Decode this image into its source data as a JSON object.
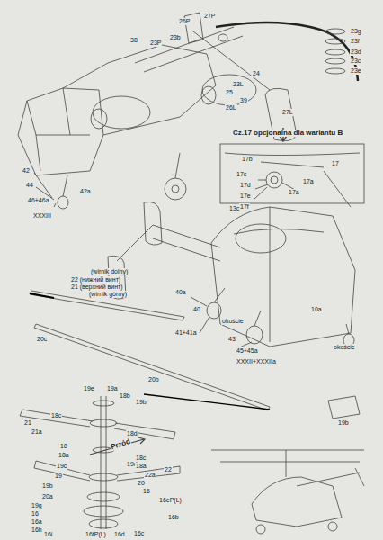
{
  "diagram": {
    "labels": [
      "38",
      "26P",
      "27P",
      "23P",
      "23b",
      "24",
      "23L",
      "25",
      "39",
      "26L",
      "27L",
      "23g",
      "23f",
      "23d",
      "23c",
      "23e",
      "42",
      "44",
      "46+46a",
      "42a",
      "XXXIII",
      "Cz.17 opcjonalna dla wariantu B",
      "17b",
      "17",
      "17c",
      "17d",
      "17a",
      "17e",
      "17f",
      "17a",
      "13c",
      "40a",
      "10a",
      "40",
      "43",
      "41+41a",
      "45+45a",
      "XXXII+XXXIIa",
      "okoście",
      "okoście",
      "(wirnik dolny)",
      "22 (нижний винт)",
      "21 (верхний винт)",
      "(wirnik górny)",
      "20c",
      "20b",
      "19b",
      "19e",
      "19a",
      "18b",
      "19b",
      "18c",
      "18d",
      "21",
      "21a",
      "18",
      "18a",
      "19c",
      "19",
      "Przód",
      "19d",
      "22a",
      "22",
      "19b",
      "20a",
      "19g",
      "16",
      "16a",
      "16h",
      "16i",
      "16fP(L)",
      "16d",
      "16c",
      "16b",
      "16eP(L)",
      "16",
      "20",
      "18c",
      "18a"
    ]
  }
}
